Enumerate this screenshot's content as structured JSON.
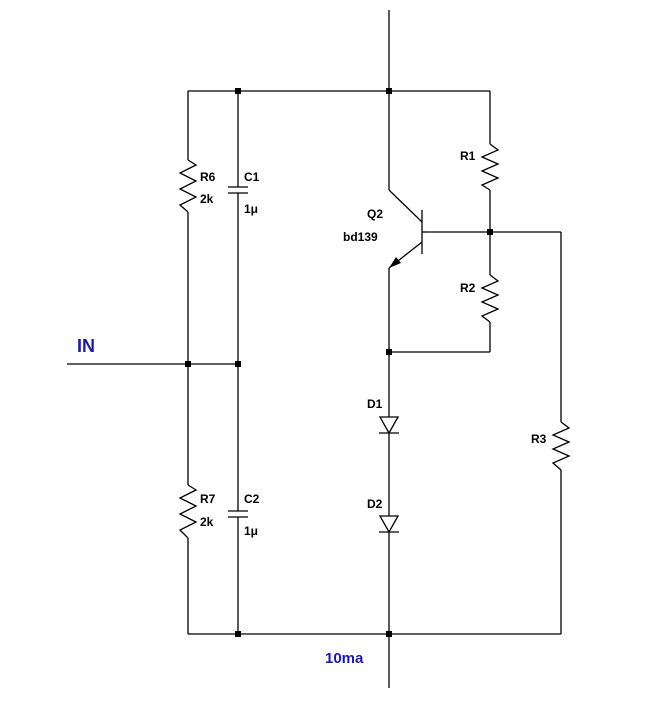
{
  "labels": {
    "input_net": "IN",
    "output_net": "10ma"
  },
  "components": {
    "r6": {
      "ref": "R6",
      "value": "2k"
    },
    "r7": {
      "ref": "R7",
      "value": "2k"
    },
    "c1": {
      "ref": "C1",
      "value": "1μ"
    },
    "c2": {
      "ref": "C2",
      "value": "1μ"
    },
    "q2": {
      "ref": "Q2",
      "value": "bd139"
    },
    "r1": {
      "ref": "R1"
    },
    "r2": {
      "ref": "R2"
    },
    "r3": {
      "ref": "R3"
    },
    "d1": {
      "ref": "D1"
    },
    "d2": {
      "ref": "D2"
    }
  },
  "colors": {
    "wire": "#000000",
    "net_label": "#1a1ab0"
  }
}
